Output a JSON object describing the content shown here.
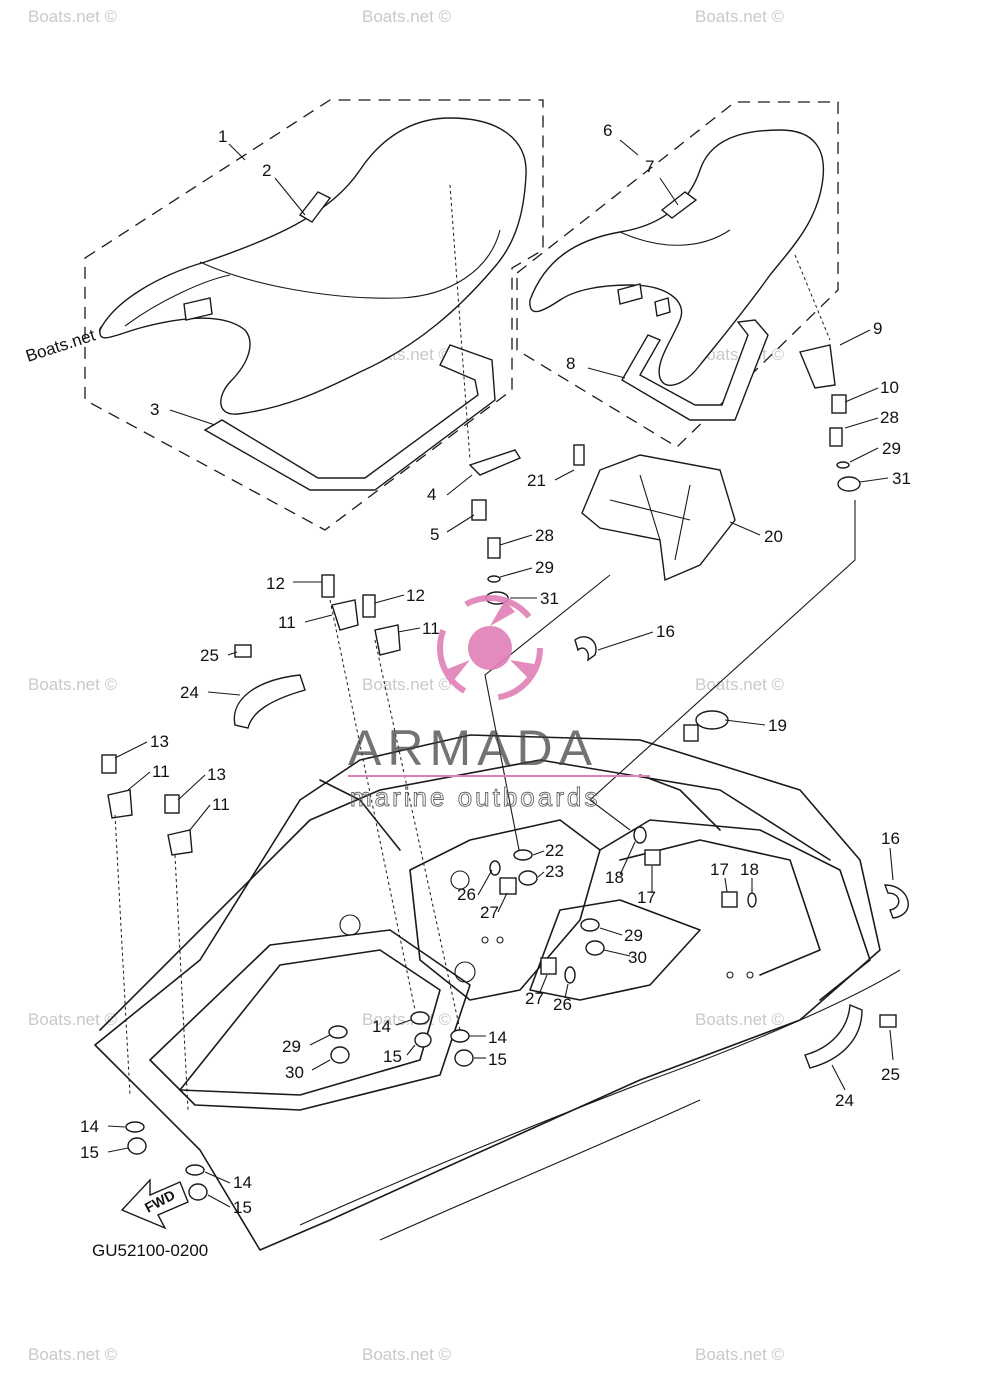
{
  "diagram_code": "GU52100-0200",
  "fwd_label": "FWD",
  "brand": {
    "name": "ARMADA",
    "tagline": "marine outboards",
    "color": "#e07fb5"
  },
  "watermark": "Boats.net ©",
  "callouts": [
    "1",
    "2",
    "3",
    "4",
    "5",
    "6",
    "7",
    "8",
    "9",
    "10",
    "28",
    "29",
    "31",
    "21",
    "20",
    "28",
    "29",
    "31",
    "12",
    "12",
    "11",
    "11",
    "25",
    "24",
    "16",
    "19",
    "13",
    "11",
    "13",
    "11",
    "22",
    "23",
    "18",
    "17",
    "17",
    "18",
    "16",
    "26",
    "27",
    "29",
    "30",
    "27",
    "26",
    "14",
    "29",
    "15",
    "30",
    "14",
    "15",
    "14",
    "15",
    "25",
    "24",
    "14",
    "15"
  ]
}
